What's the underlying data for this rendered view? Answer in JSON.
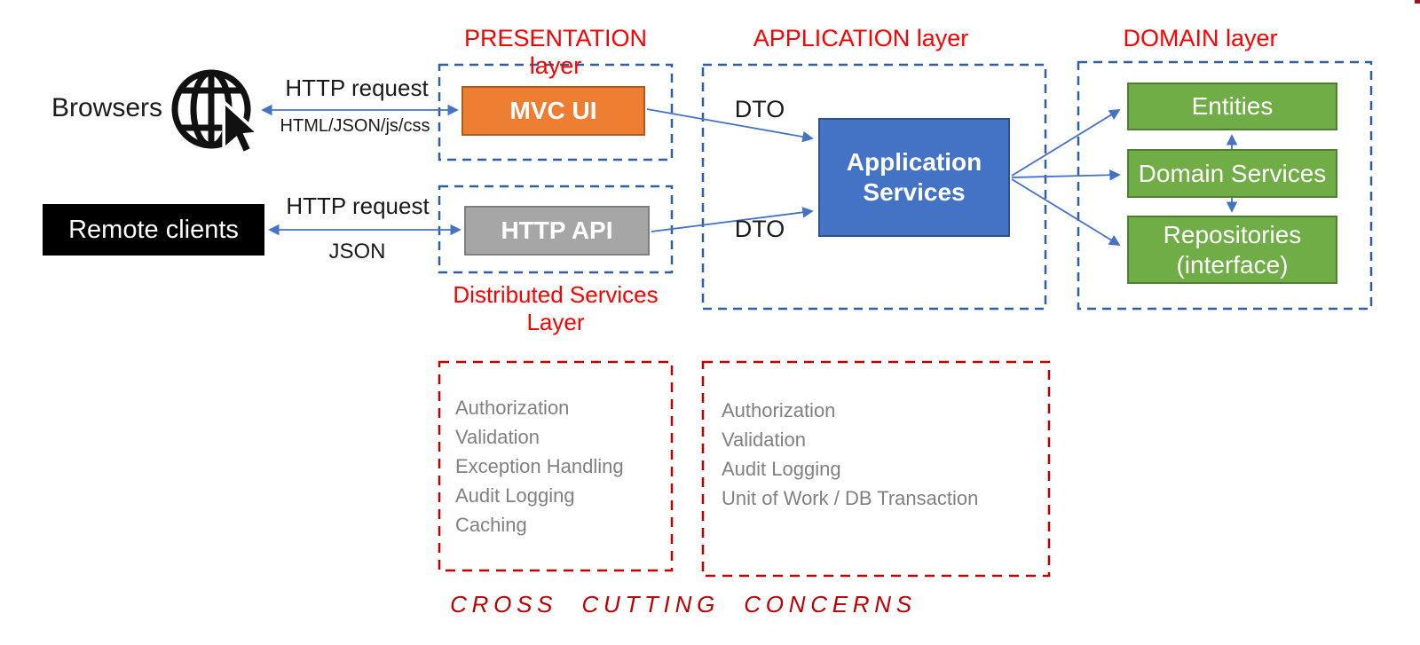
{
  "diagram": {
    "layer_labels": {
      "presentation": "PRESENTATION layer",
      "application": "APPLICATION layer",
      "domain": "DOMAIN layer",
      "distributed_services": "Distributed Services\nLayer"
    },
    "actors": {
      "browsers": "Browsers",
      "remote_clients": "Remote clients"
    },
    "arrows": {
      "browser_request": "HTTP request",
      "browser_response": "HTML/JSON/js/css",
      "remote_request": "HTTP request",
      "remote_response": "JSON",
      "dto_top": "DTO",
      "dto_bottom": "DTO"
    },
    "components": {
      "mvc_ui": "MVC UI",
      "http_api": "HTTP API",
      "application_services": "Application Services",
      "entities": "Entities",
      "domain_services": "Domain Services",
      "repositories": "Repositories (interface)"
    },
    "cross_cutting": {
      "distributed_concerns": [
        "Authorization",
        "Validation",
        "Exception Handling",
        "Audit Logging",
        "Caching"
      ],
      "application_concerns": [
        "Authorization",
        "Validation",
        "Audit Logging",
        "Unit of Work / DB Transaction"
      ],
      "footer": "CROSS CUTTING CONCERNS"
    },
    "colors": {
      "layer_label_red": "#FF0000",
      "red_dashed_border": "#C00000",
      "blue_dashed_border": "#2E5FA3",
      "arrow_blue": "#4472C4",
      "mvc_ui_fill": "#ED7D31",
      "mvc_ui_border": "#AE5A21",
      "http_api_fill": "#A6A6A6",
      "http_api_border": "#7F7F7F",
      "application_services_fill": "#4472C4",
      "application_services_border": "#2F528F",
      "domain_box_fill": "#70AD47",
      "domain_box_border": "#507E32",
      "concern_text_gray": "#808080"
    }
  }
}
